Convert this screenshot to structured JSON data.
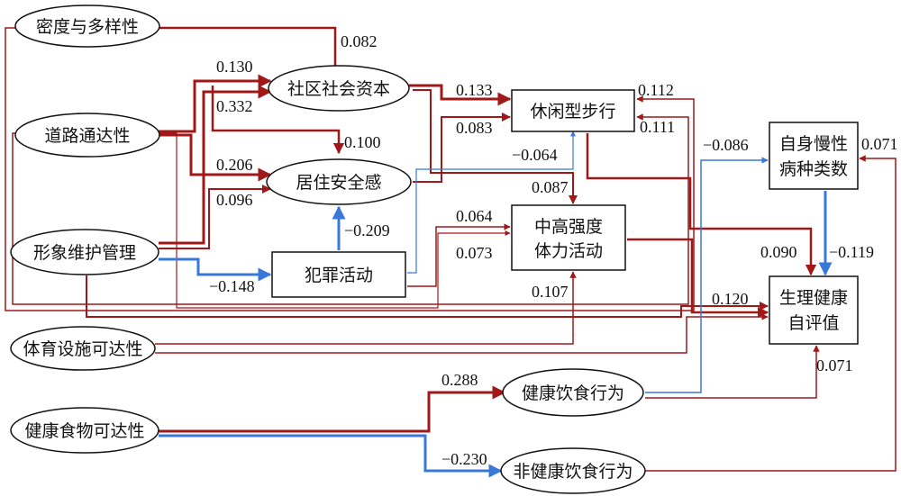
{
  "colors": {
    "positive": "#a01818",
    "negative": "#3a78d8",
    "stroke": "#111111",
    "background": "#ffffff"
  },
  "nodes": {
    "density": "密度与多样性",
    "road": "道路通达性",
    "image": "形象维护管理",
    "sports": "体育设施可达性",
    "food": "健康食物可达性",
    "social": "社区社会资本",
    "safety": "居住安全感",
    "crime": "犯罪活动",
    "leisure_walk": "休闲型步行",
    "mvpa_1": "中高强度",
    "mvpa_2": "体力活动",
    "chronic_1": "自身慢性",
    "chronic_2": "病种类数",
    "srh_1": "生理健康",
    "srh_2": "自评值",
    "healthy_diet": "健康饮食行为",
    "unhealthy_diet": "非健康饮食行为"
  },
  "coefficients": {
    "density_social": "0.082",
    "road_social": "0.130",
    "image_social": "0.332",
    "social_safety": "0.100",
    "road_safety": "0.206",
    "image_safety": "0.096",
    "crime_safety": "−0.209",
    "image_crime": "−0.148",
    "social_walk": "0.133",
    "safety_walk": "0.083",
    "crime_walk": "−0.064",
    "density_walk": "0.112",
    "road_walk": "0.111",
    "safety_mvpa": "0.087",
    "crime_mvpa": "0.064",
    "road_mvpa": "0.073",
    "sports_mvpa": "0.107",
    "healthy_chronic": "−0.086",
    "unhealthy_chronic": "0.071",
    "walk_srh": "0.090",
    "chronic_srh": "−0.119",
    "mvpa_srh": "0.120",
    "healthy_srh": "0.071",
    "food_healthy": "0.288",
    "food_unhealthy": "−0.230"
  }
}
